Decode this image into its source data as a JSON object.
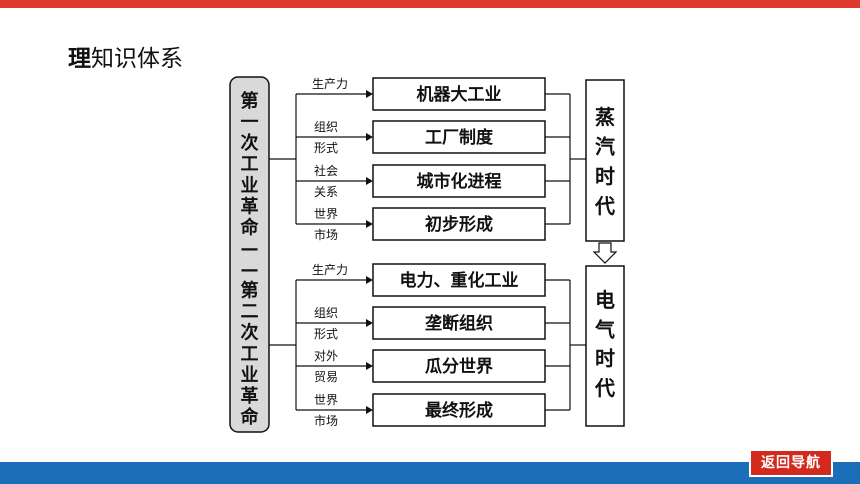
{
  "section_title": {
    "bold": "理",
    "rest": "知识体系"
  },
  "revolution_label": [
    "第",
    "一",
    "次",
    "工",
    "业",
    "革",
    "命",
    "—",
    "—",
    "第",
    "二",
    "次",
    "工",
    "业",
    "革",
    "命"
  ],
  "first_group": [
    {
      "label": [
        "生产力"
      ],
      "box": "机器大工业"
    },
    {
      "label": [
        "组织",
        "形式"
      ],
      "box": "工厂制度"
    },
    {
      "label": [
        "社会",
        "关系"
      ],
      "box": "城市化进程"
    },
    {
      "label": [
        "世界",
        "市场"
      ],
      "box": "初步形成"
    }
  ],
  "second_group": [
    {
      "label": [
        "生产力"
      ],
      "box": "电力、重化工业"
    },
    {
      "label": [
        "组织",
        "形式"
      ],
      "box": "垄断组织"
    },
    {
      "label": [
        "对外",
        "贸易"
      ],
      "box": "瓜分世界"
    },
    {
      "label": [
        "世界",
        "市场"
      ],
      "box": "最终形成"
    }
  ],
  "eras": [
    [
      "蒸",
      "汽",
      "时",
      "代"
    ],
    [
      "电",
      "气",
      "时",
      "代"
    ]
  ],
  "nav_button": "返回导航",
  "colors": {
    "top_bar": "#e03a2f",
    "bottom_bar": "#1b6fb8",
    "nav_button": "#d42a1e",
    "left_box_fill": "#d9d9d9"
  }
}
